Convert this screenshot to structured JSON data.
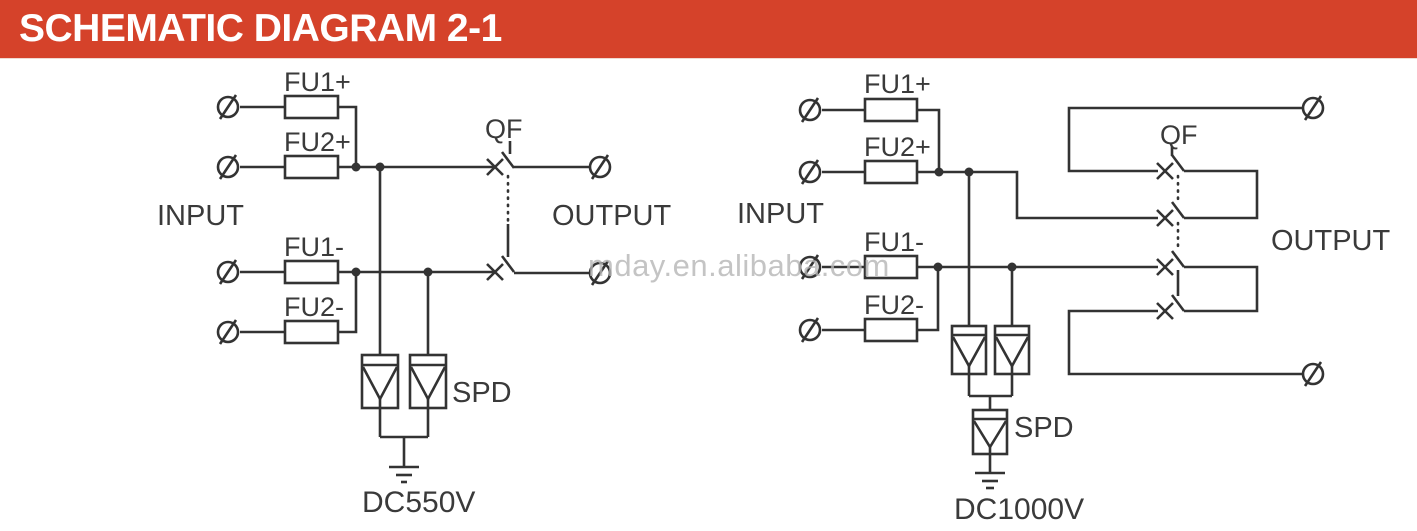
{
  "header": {
    "title": "SCHEMATIC DIAGRAM 2-1"
  },
  "watermark": "mday.en.alibaba.com",
  "colors": {
    "accent": "#d5422a",
    "line": "#333333",
    "text": "#3a3a3a",
    "watermark": "#b6b6b6",
    "bg": "#ffffff",
    "header_text": "#ffffff"
  },
  "left_diagram": {
    "input_label": "INPUT",
    "output_label": "OUTPUT",
    "breaker_label": "QF",
    "fuse_fu1_pos": "FU1+",
    "fuse_fu2_pos": "FU2+",
    "fuse_fu1_neg": "FU1-",
    "fuse_fu2_neg": "FU2-",
    "spd_label": "SPD",
    "voltage_label": "DC550V"
  },
  "right_diagram": {
    "input_label": "INPUT",
    "output_label": "OUTPUT",
    "breaker_label": "QF",
    "fuse_fu1_pos": "FU1+",
    "fuse_fu2_pos": "FU2+",
    "fuse_fu1_neg": "FU1-",
    "fuse_fu2_neg": "FU2-",
    "spd_label": "SPD",
    "voltage_label": "DC1000V"
  }
}
